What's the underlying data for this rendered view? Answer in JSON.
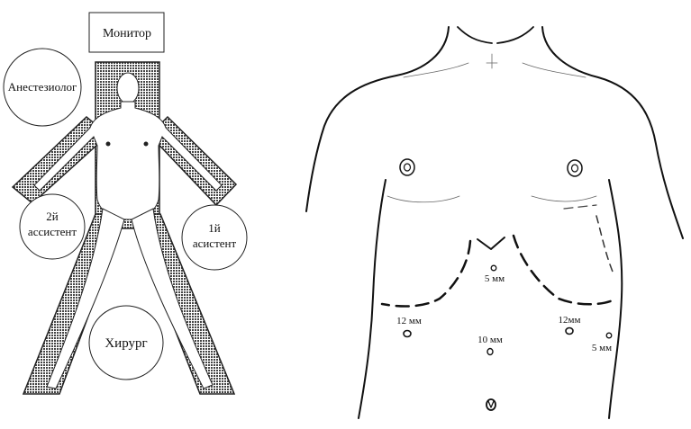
{
  "left_panel": {
    "monitor_label": "Монитор",
    "anesthesiologist_label": "Анестезиолог",
    "assistant_2_line1": "2й",
    "assistant_2_line2": "ассистент",
    "assistant_1_line1": "1й",
    "assistant_1_line2": "асистент",
    "surgeon_label": "Хирург"
  },
  "right_panel": {
    "port_epigastric": "5 мм",
    "port_left_12": "12 мм",
    "port_right_12": "12мм",
    "port_umbilical_10": "10 мм",
    "port_right_5": "5 мм"
  }
}
